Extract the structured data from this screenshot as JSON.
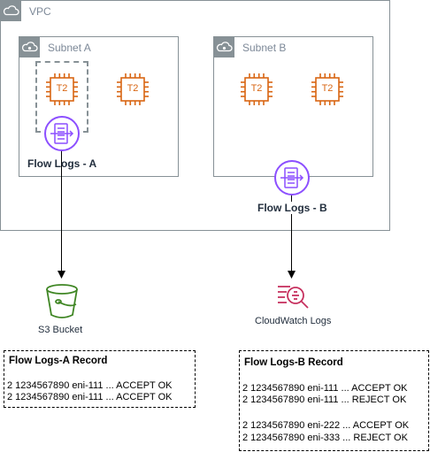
{
  "vpc": {
    "label": "VPC"
  },
  "subnets": [
    {
      "label": "Subnet A"
    },
    {
      "label": "Subnet B"
    }
  ],
  "instances": [
    {
      "label": "T2"
    },
    {
      "label": "T2"
    },
    {
      "label": "T2"
    },
    {
      "label": "T2"
    }
  ],
  "flow_logs": [
    {
      "label": "Flow Logs - A"
    },
    {
      "label": "Flow Logs - B"
    }
  ],
  "destinations": {
    "s3": {
      "label": "S3 Bucket"
    },
    "cloudwatch": {
      "label": "CloudWatch Logs"
    }
  },
  "records": {
    "a": {
      "title": "Flow Logs-A Record",
      "lines": [
        "2 1234567890 eni-111 ... ACCEPT OK",
        "2 1234567890 eni-111 ... ACCEPT OK"
      ]
    },
    "b": {
      "title": "Flow Logs-B Record",
      "lines": [
        "2 1234567890 eni-111 ... ACCEPT OK",
        "2 1234567890 eni-111 ... REJECT OK",
        "2 1234567890 eni-222 ... ACCEPT OK",
        "2 1234567890 eni-333 ... REJECT OK"
      ]
    }
  },
  "colors": {
    "group_border": "#879196",
    "compute_orange": "#d86613",
    "flowlogs_purple": "#8c4fff",
    "s3_green": "#3f8624",
    "cloudwatch_pink": "#c7315f"
  },
  "icons": {
    "vpc": "cloud-icon",
    "subnet": "subnet-cloud-icon",
    "instance": "ec2-chip-icon",
    "flow_logs": "flow-logs-icon",
    "s3": "s3-bucket-icon",
    "cloudwatch": "cloudwatch-logs-icon"
  }
}
